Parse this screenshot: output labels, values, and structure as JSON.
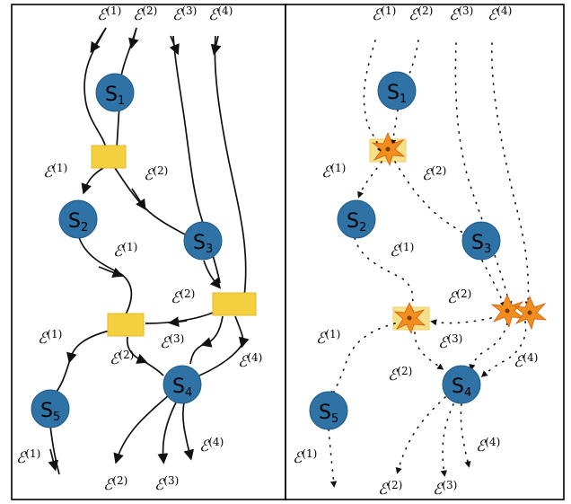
{
  "colors": {
    "node": "#2f72a6",
    "router": "#f4d03f",
    "burst": "#f28d1e",
    "stroke": "#111111"
  },
  "left_panel": {
    "nodes": [
      {
        "id": "S1",
        "label": "S",
        "sub": "1"
      },
      {
        "id": "S2",
        "label": "S",
        "sub": "2"
      },
      {
        "id": "S3",
        "label": "S",
        "sub": "3"
      },
      {
        "id": "S4",
        "label": "S",
        "sub": "4"
      },
      {
        "id": "S5",
        "label": "S",
        "sub": "5"
      }
    ],
    "events": [
      {
        "base": "ℰ",
        "sup": "(1)"
      },
      {
        "base": "ℰ",
        "sup": "(2)"
      },
      {
        "base": "ℰ",
        "sup": "(3)"
      },
      {
        "base": "ℰ",
        "sup": "(4)"
      },
      {
        "base": "ℰ",
        "sup": "(1)"
      },
      {
        "base": "ℰ",
        "sup": "(2)"
      },
      {
        "base": "ℰ",
        "sup": "(1)"
      },
      {
        "base": "ℰ",
        "sup": "(2)"
      },
      {
        "base": "ℰ",
        "sup": "(1)"
      },
      {
        "base": "ℰ",
        "sup": "(3)"
      },
      {
        "base": "ℰ",
        "sup": "(2)"
      },
      {
        "base": "ℰ",
        "sup": "(4)"
      },
      {
        "base": "ℰ",
        "sup": "(4)"
      },
      {
        "base": "ℰ",
        "sup": "(1)"
      },
      {
        "base": "ℰ",
        "sup": "(2)"
      },
      {
        "base": "ℰ",
        "sup": "(3)"
      }
    ]
  },
  "right_panel": {
    "nodes": [
      {
        "id": "S1",
        "label": "S",
        "sub": "1"
      },
      {
        "id": "S2",
        "label": "S",
        "sub": "2"
      },
      {
        "id": "S3",
        "label": "S",
        "sub": "3"
      },
      {
        "id": "S4",
        "label": "S",
        "sub": "4"
      },
      {
        "id": "S5",
        "label": "S",
        "sub": "5"
      }
    ],
    "events": [
      {
        "base": "ℰ",
        "sup": "(1)"
      },
      {
        "base": "ℰ",
        "sup": "(2)"
      },
      {
        "base": "ℰ",
        "sup": "(3)"
      },
      {
        "base": "ℰ",
        "sup": "(4)"
      },
      {
        "base": "ℰ",
        "sup": "(1)"
      },
      {
        "base": "ℰ",
        "sup": "(2)"
      },
      {
        "base": "ℰ",
        "sup": "(1)"
      },
      {
        "base": "ℰ",
        "sup": "(2)"
      },
      {
        "base": "ℰ",
        "sup": "(1)"
      },
      {
        "base": "ℰ",
        "sup": "(3)"
      },
      {
        "base": "ℰ",
        "sup": "(2)"
      },
      {
        "base": "ℰ",
        "sup": "(4)"
      },
      {
        "base": "ℰ",
        "sup": "(4)"
      },
      {
        "base": "ℰ",
        "sup": "(1)"
      },
      {
        "base": "ℰ",
        "sup": "(2)"
      },
      {
        "base": "ℰ",
        "sup": "(3)"
      }
    ]
  }
}
